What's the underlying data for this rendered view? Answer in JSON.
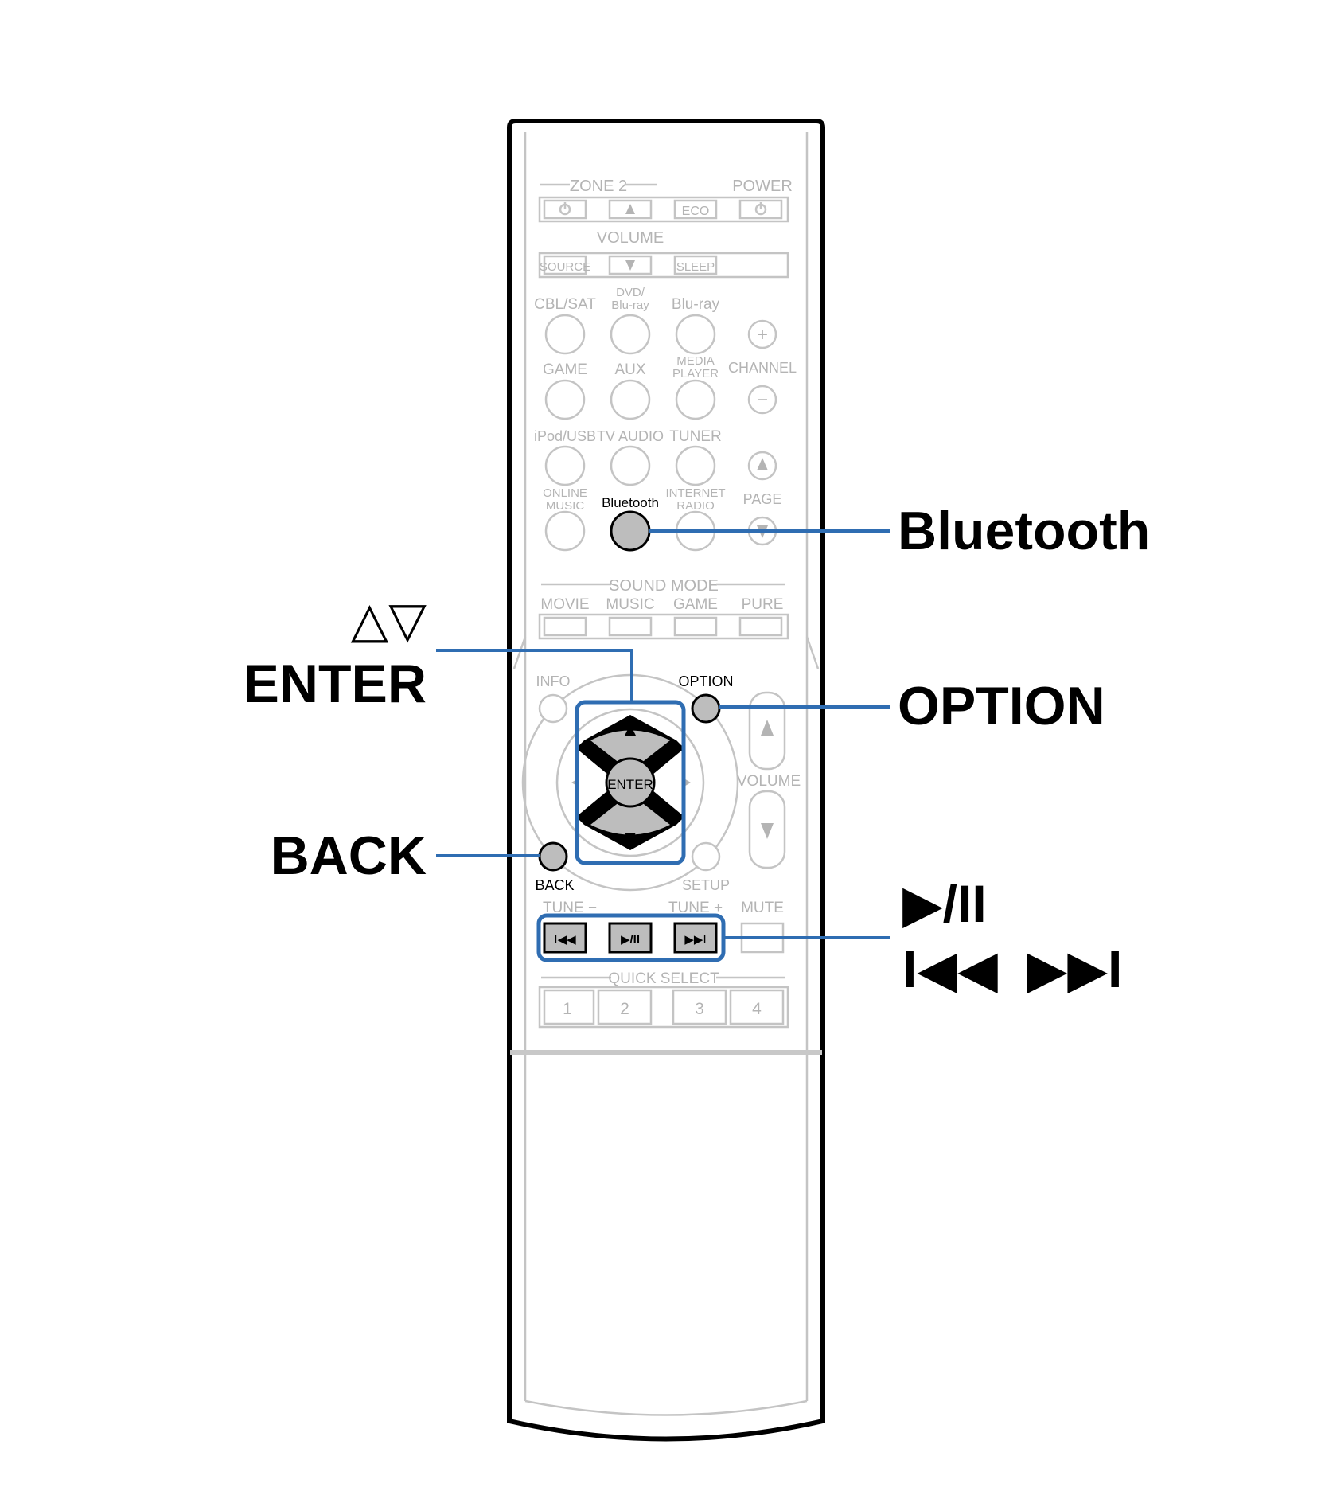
{
  "remote": {
    "zone2_label": "ZONE 2",
    "power_label": "POWER",
    "eco_label": "ECO",
    "volume_top_label": "VOLUME",
    "source_label": "SOURCE",
    "sleep_label": "SLEEP",
    "inputs": [
      {
        "label": "CBL/SAT",
        "label2": ""
      },
      {
        "label": "DVD/",
        "label2": "Blu-ray"
      },
      {
        "label": "Blu-ray",
        "label2": ""
      },
      {
        "label": "GAME",
        "label2": ""
      },
      {
        "label": "AUX",
        "label2": ""
      },
      {
        "label": "MEDIA",
        "label2": "PLAYER"
      },
      {
        "label": "iPod/USB",
        "label2": ""
      },
      {
        "label": "TV AUDIO",
        "label2": ""
      },
      {
        "label": "TUNER",
        "label2": ""
      },
      {
        "label": "ONLINE",
        "label2": "MUSIC"
      },
      {
        "label": "Bluetooth",
        "label2": ""
      },
      {
        "label": "INTERNET",
        "label2": "RADIO"
      }
    ],
    "channel_label": "CHANNEL",
    "page_label": "PAGE",
    "sound_mode_label": "SOUND MODE",
    "sound_modes": [
      "MOVIE",
      "MUSIC",
      "GAME",
      "PURE"
    ],
    "info_label": "INFO",
    "option_label": "OPTION",
    "enter_label": "ENTER",
    "volume_side_label": "VOLUME",
    "back_label": "BACK",
    "setup_label": "SETUP",
    "tune_minus_label": "TUNE −",
    "tune_plus_label": "TUNE +",
    "mute_label": "MUTE",
    "transport_prev": "I◀◀",
    "transport_play": "▶/II",
    "transport_next": "▶▶I",
    "quick_select_label": "QUICK SELECT",
    "quick_select": [
      "1",
      "2",
      "3",
      "4"
    ]
  },
  "callouts": {
    "bluetooth": "Bluetooth",
    "cursor_arrows": "△▽",
    "enter": "ENTER",
    "option": "OPTION",
    "back": "BACK",
    "play_pause": "▶/II",
    "skip": "I◀◀  ▶▶I"
  },
  "colors": {
    "highlight": "#2f6db2",
    "remote_outline": "#000000",
    "faint_print": "#b4b4b4",
    "button_fill": "#bdbdbd"
  }
}
